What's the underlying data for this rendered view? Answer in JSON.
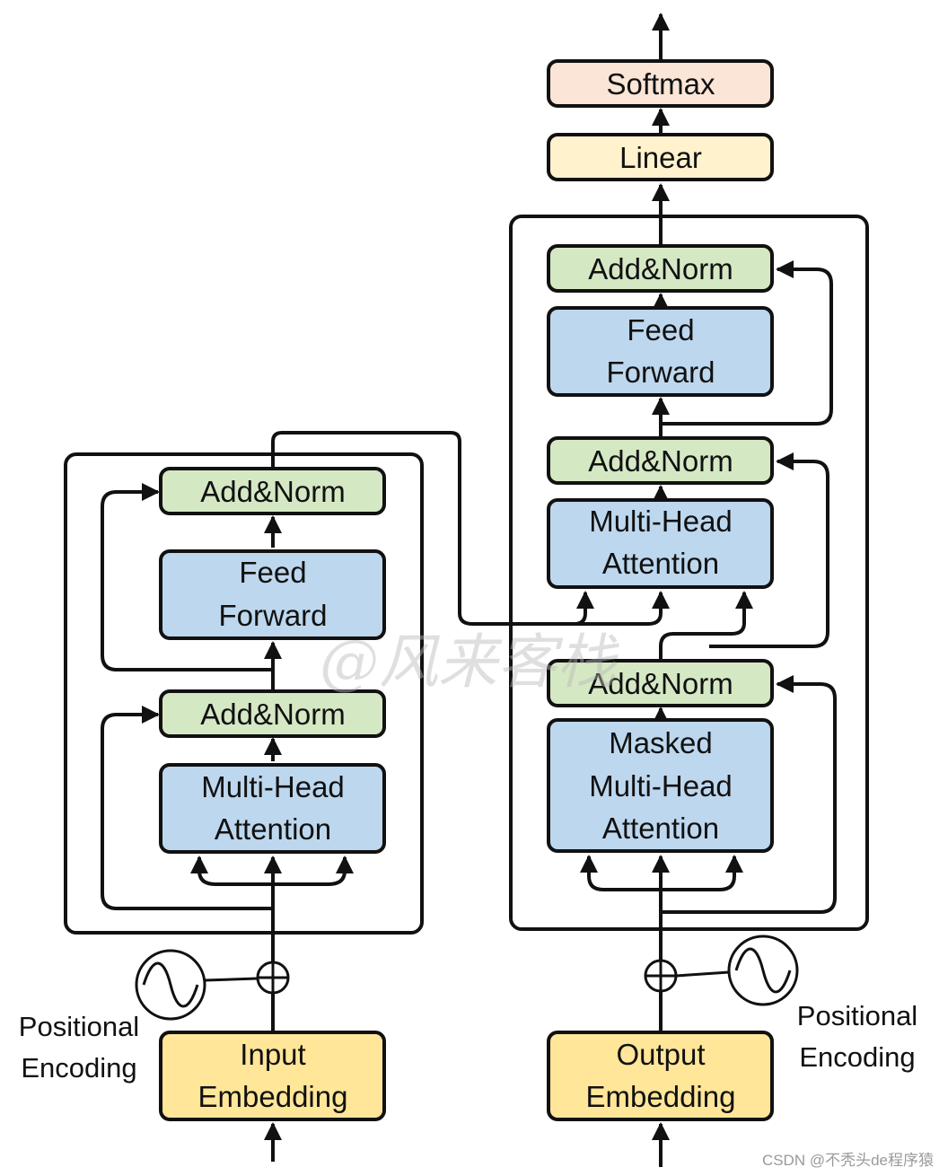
{
  "colors": {
    "green": "#d5e8c4",
    "blue": "#bdd7ee",
    "yellow": "#ffe699",
    "light_yellow": "#fff2cc",
    "peach": "#fbe5d6",
    "line": "#111111"
  },
  "encoder": {
    "add_norm_top": "Add&Norm",
    "feed_forward_line1": "Feed",
    "feed_forward_line2": "Forward",
    "add_norm_bottom": "Add&Norm",
    "attention_line1": "Multi-Head",
    "attention_line2": "Attention",
    "embedding_line1": "Input",
    "embedding_line2": "Embedding",
    "positional_line1": "Positional",
    "positional_line2": "Encoding"
  },
  "decoder": {
    "softmax": "Softmax",
    "linear": "Linear",
    "add_norm_top": "Add&Norm",
    "feed_forward_line1": "Feed",
    "feed_forward_line2": "Forward",
    "add_norm_middle": "Add&Norm",
    "cross_attention_line1": "Multi-Head",
    "cross_attention_line2": "Attention",
    "add_norm_bottom": "Add&Norm",
    "masked_attention_line1": "Masked",
    "masked_attention_line2": "Multi-Head",
    "masked_attention_line3": "Attention",
    "embedding_line1": "Output",
    "embedding_line2": "Embedding",
    "positional_line1": "Positional",
    "positional_line2": "Encoding"
  },
  "watermark": {
    "overlay": "@风来客栈",
    "credit": "CSDN @不秃头de程序猿"
  }
}
